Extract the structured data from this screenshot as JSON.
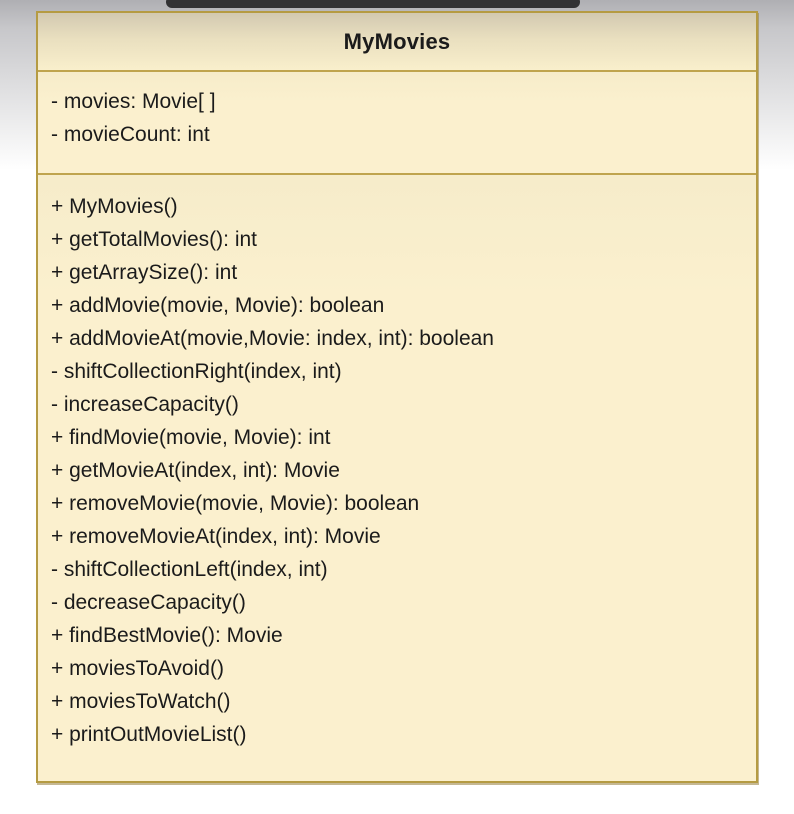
{
  "page": {
    "background_top_color": "#afafb3",
    "background_bottom_color": "#ffffff"
  },
  "top_bar": {
    "color": "#323234"
  },
  "class_diagram": {
    "title": "MyMovies",
    "attributes": [
      "- movies: Movie[ ]",
      "- movieCount: int"
    ],
    "methods": [
      "+ MyMovies()",
      "+ getTotalMovies(): int",
      "+ getArraySize(): int",
      "+ addMovie(movie, Movie): boolean",
      "+ addMovieAt(movie,Movie: index, int): boolean",
      "- shiftCollectionRight(index, int)",
      "- increaseCapacity()",
      "+ findMovie(movie, Movie): int",
      "+ getMovieAt(index, int): Movie",
      "+ removeMovie(movie, Movie): boolean",
      "+ removeMovieAt(index, int): Movie",
      "- shiftCollectionLeft(index, int)",
      "- decreaseCapacity()",
      "+ findBestMovie(): Movie",
      "+ moviesToAvoid()",
      "+ moviesToWatch()",
      "+ printOutMovieList()"
    ],
    "colors": {
      "border": "#b59b43",
      "divider": "#bfa44e",
      "fill": "#fbf0ce",
      "title_gradient_top": "#d2c9b1",
      "title_gradient_bottom": "#f9efcc",
      "text": "#1b1b1b"
    }
  }
}
